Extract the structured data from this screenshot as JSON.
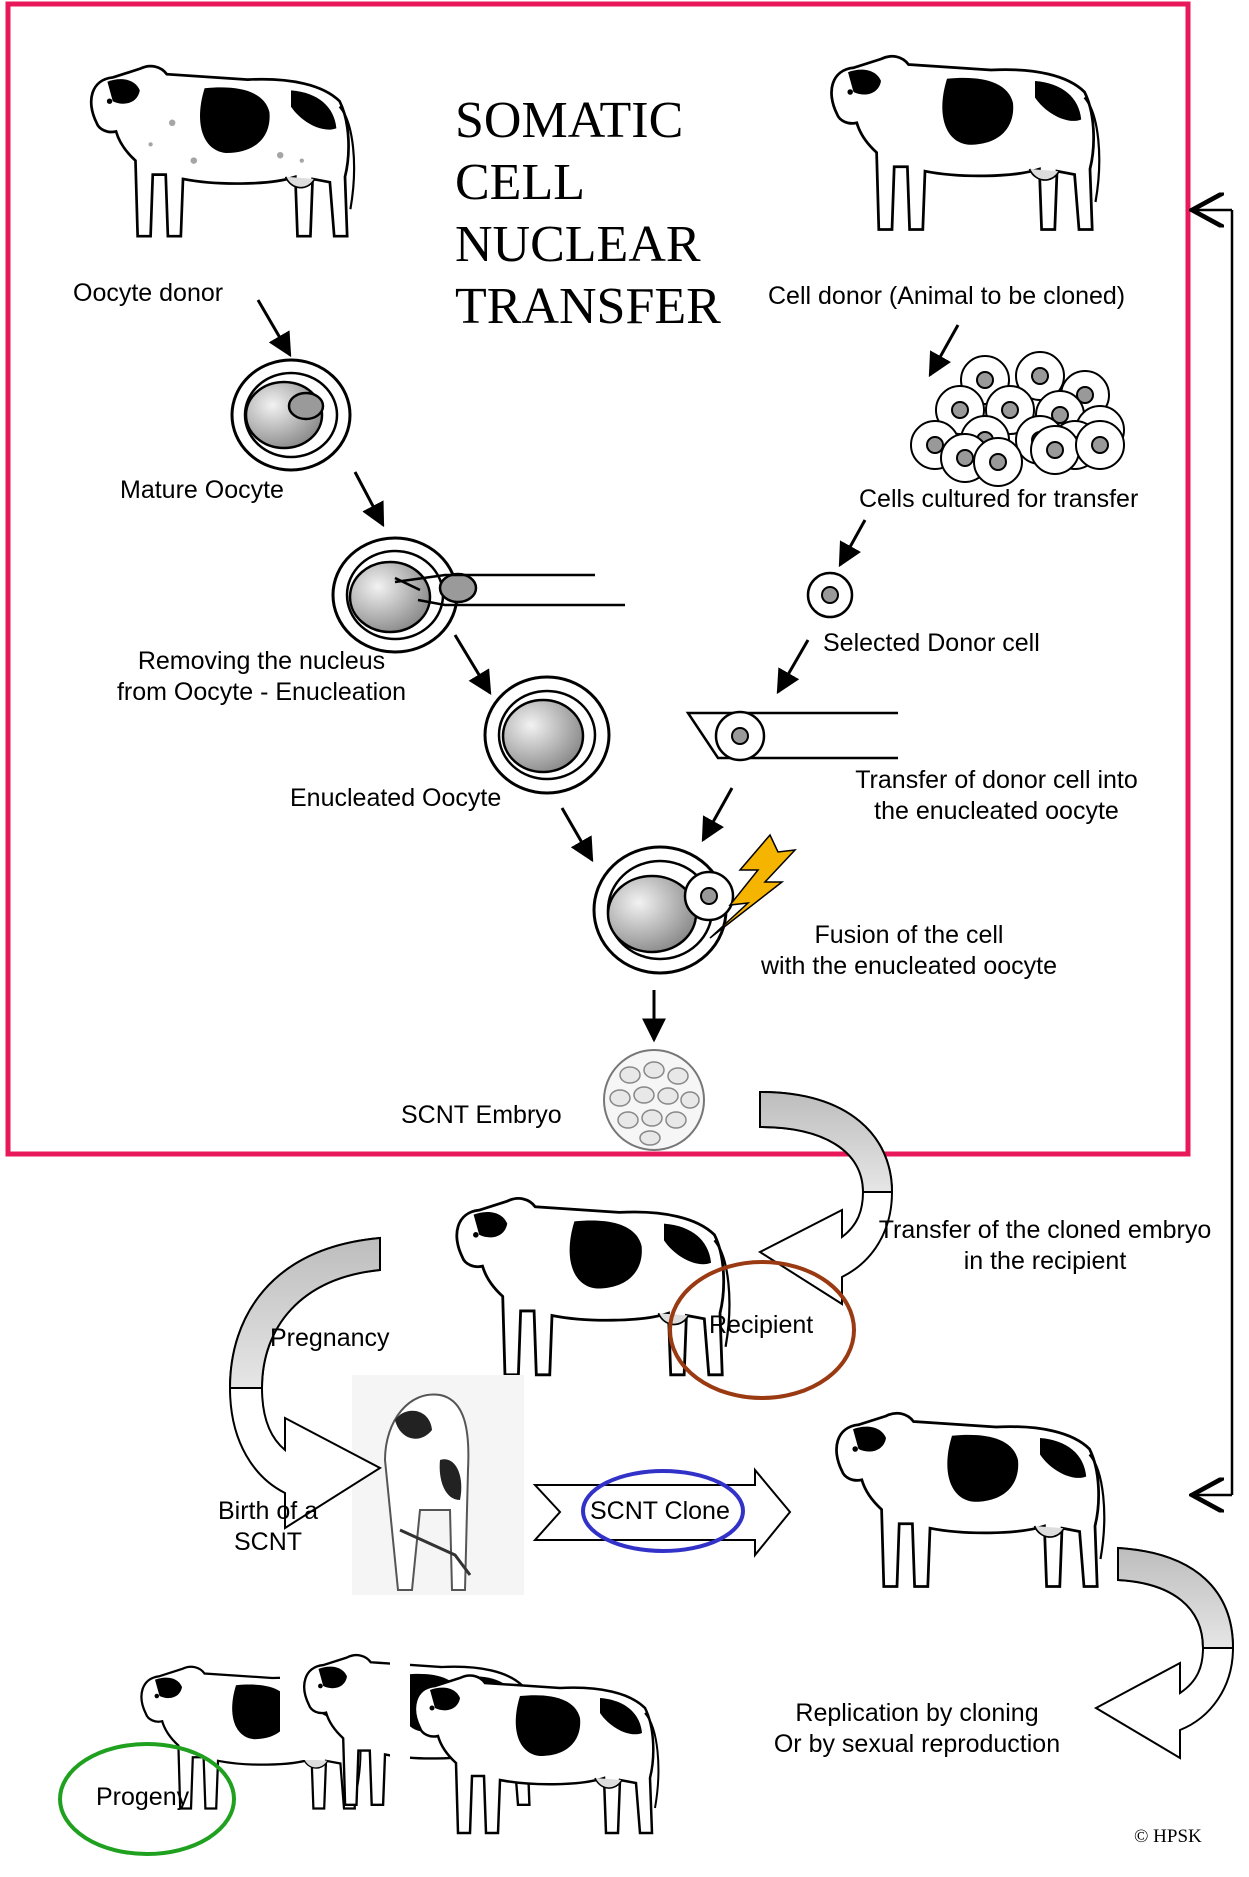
{
  "title": {
    "lines": [
      "SOMATIC",
      "CELL",
      "NUCLEAR",
      "TRANSFER"
    ]
  },
  "labels": {
    "oocyte_donor": "Oocyte donor",
    "cell_donor": "Cell donor (Animal to be cloned)",
    "mature_oocyte": "Mature Oocyte",
    "cells_cultured": "Cells cultured for transfer",
    "removing_nucleus_1": "Removing the nucleus",
    "removing_nucleus_2": "from Oocyte - Enucleation",
    "selected_donor": "Selected Donor cell",
    "enucleated_oocyte": "Enucleated Oocyte",
    "transfer_donor_1": "Transfer of donor cell into",
    "transfer_donor_2": "the enucleated oocyte",
    "fusion_1": "Fusion of the cell",
    "fusion_2": "with the enucleated oocyte",
    "scnt_embryo": "SCNT Embryo",
    "transfer_embryo_1": "Transfer of the cloned embryo",
    "transfer_embryo_2": "in the recipient",
    "recipient": "Recipient",
    "pregnancy": "Pregnancy",
    "birth_1": "Birth of a",
    "birth_2": "SCNT",
    "scnt_clone": "SCNT Clone",
    "replication_1": "Replication by cloning",
    "replication_2": "Or by sexual reproduction",
    "progeny": "Progeny",
    "copyright": "© HPSK"
  },
  "colors": {
    "frame": "#e8185a",
    "recipient_ring": "#9a3a12",
    "clone_ring": "#3232c8",
    "progeny_ring": "#1fa01f",
    "lightning": "#f5b400",
    "curved_arrow_fill": "#c8c8c8"
  }
}
